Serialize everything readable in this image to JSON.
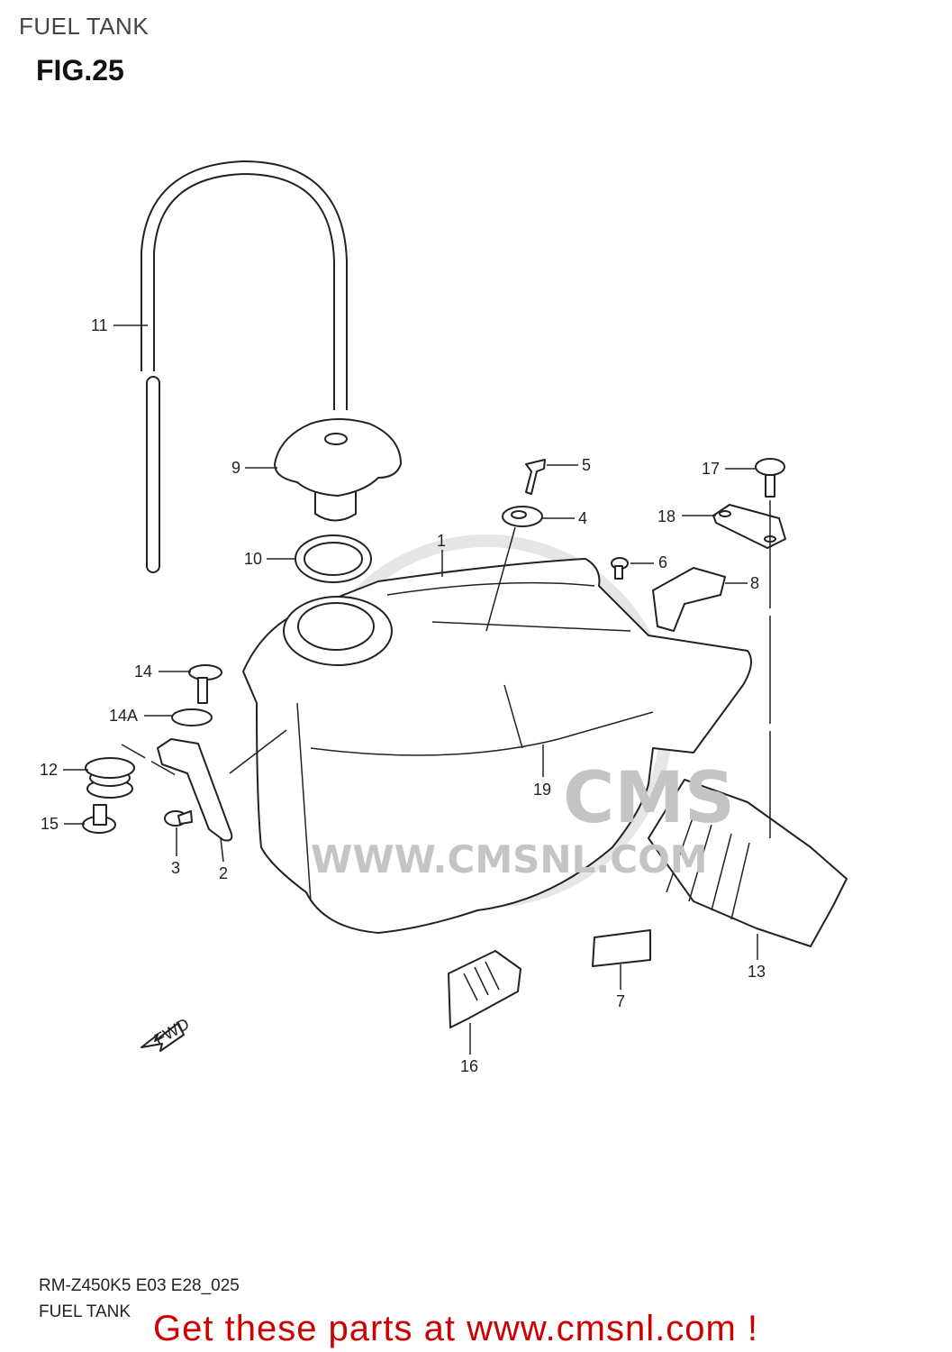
{
  "header": {
    "section": "FUEL TANK",
    "figure": "FIG.25"
  },
  "watermark": {
    "text": "WWW.CMSNL.COM",
    "logo": "CMS"
  },
  "parts": [
    {
      "label": "1"
    },
    {
      "label": "2"
    },
    {
      "label": "3"
    },
    {
      "label": "4"
    },
    {
      "label": "5"
    },
    {
      "label": "6"
    },
    {
      "label": "7"
    },
    {
      "label": "8"
    },
    {
      "label": "9"
    },
    {
      "label": "10"
    },
    {
      "label": "11"
    },
    {
      "label": "12"
    },
    {
      "label": "13"
    },
    {
      "label": "14"
    },
    {
      "label": "14A"
    },
    {
      "label": "15"
    },
    {
      "label": "16"
    },
    {
      "label": "17"
    },
    {
      "label": "18"
    },
    {
      "label": "19"
    }
  ],
  "direction_marker": "FWD",
  "footer": {
    "code": "RM-Z450K5 E03 E28_025",
    "title": "FUEL TANK",
    "promo": "Get these parts at www.cmsnl.com !",
    "promo_color": "#cc0000"
  }
}
